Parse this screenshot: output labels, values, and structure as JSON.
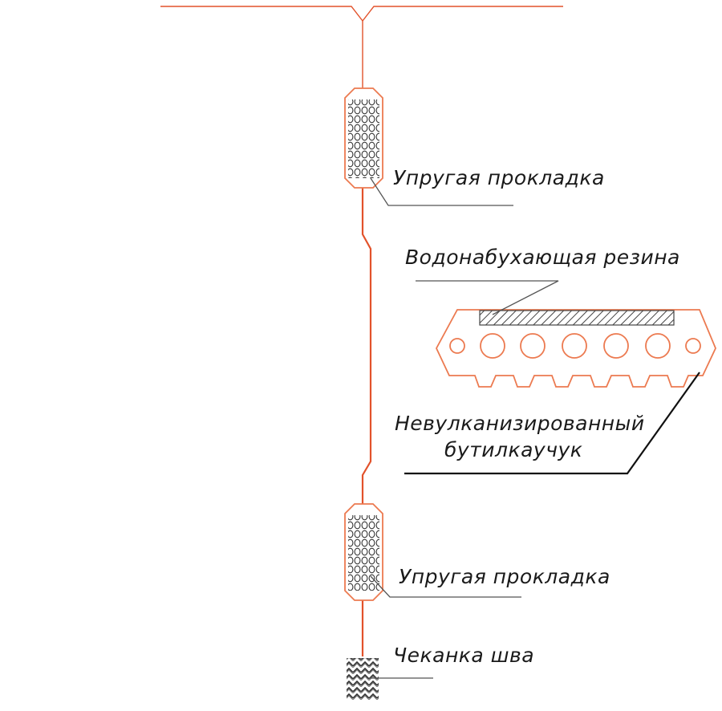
{
  "labels": {
    "pad_upper": "Упругая прокладка",
    "swelling_rubber": "Водонабухающая резина",
    "butyl_line1": "Невулканизированный",
    "butyl_line2": "бутилкаучук",
    "pad_lower": "Упругая прокладка",
    "caulking": "Чеканка шва"
  },
  "colors": {
    "joint_line": "#e2522b",
    "profile_outline": "#ec7a50",
    "leader_line": "#555555",
    "text": "#1a1a1a"
  }
}
